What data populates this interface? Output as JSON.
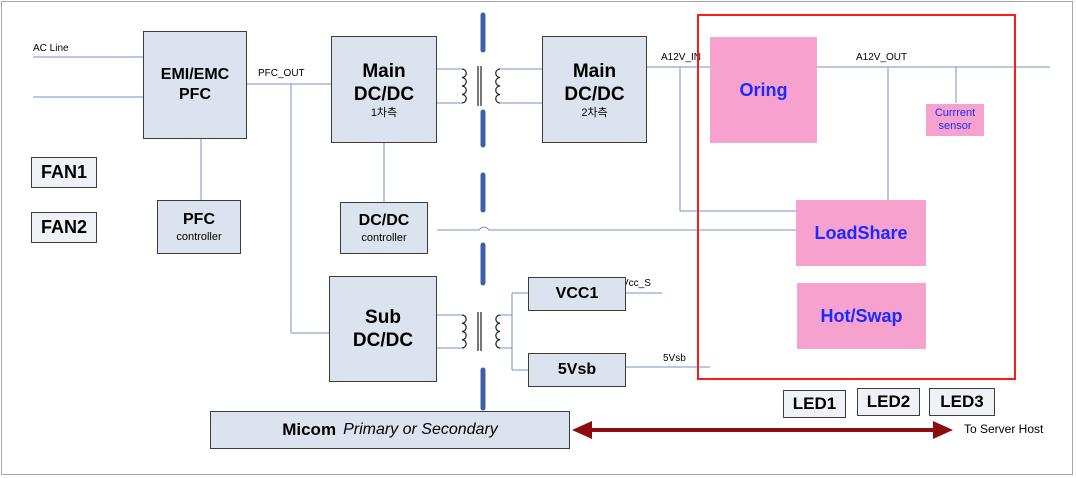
{
  "labels": {
    "ac_line": "AC Line",
    "pfc_out": "PFC_OUT",
    "a12v_in": "A12V_IN",
    "a12v_out": "A12V_OUT",
    "vcc_s": "Vcc_S",
    "v5vsb": "5Vsb",
    "to_server_host": "To Server Host"
  },
  "blocks": {
    "emi": {
      "line1": "EMI/EMC",
      "line2": "PFC"
    },
    "pfc_ctrl": {
      "title": "PFC",
      "sub": "controller"
    },
    "main1": {
      "line1": "Main",
      "line2": "DC/DC",
      "sub": "1차측"
    },
    "main2": {
      "line1": "Main",
      "line2": "DC/DC",
      "sub": "2차측"
    },
    "dcdc_ctrl": {
      "title": "DC/DC",
      "sub": "controller"
    },
    "sub_dcdc": {
      "line1": "Sub",
      "line2": "DC/DC"
    },
    "vcc1": "VCC1",
    "vsb": "5Vsb",
    "micom": {
      "title": "Micom",
      "sub": "Primary or Secondary"
    },
    "fan1": "FAN1",
    "fan2": "FAN2",
    "led1": "LED1",
    "led2": "LED2",
    "led3": "LED3"
  },
  "oring_section": {
    "oring": "Oring",
    "current_sensor": {
      "line1": "Currrent",
      "line2": "sensor"
    },
    "loadshare": "LoadShare",
    "hotswap": "Hot/Swap"
  },
  "colors": {
    "block_fill": "#dbe3ee",
    "pink_fill": "#f7a1cf",
    "pink_text": "#1a2bff",
    "wire": "#6f93c7",
    "isolation": "#3d5fa8",
    "highlight_border": "#ff1a1a",
    "arrow": "#8b0d0d"
  }
}
